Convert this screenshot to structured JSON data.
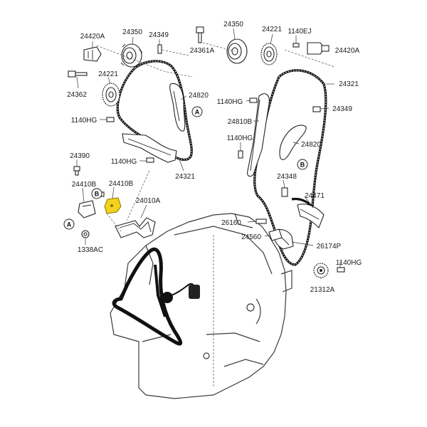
{
  "colors": {
    "highlight": "#f2d21b",
    "line": "#222222",
    "background": "#ffffff"
  },
  "parts": {
    "p24420A_left": "24420A",
    "p24350_left": "24350",
    "p24349_left": "24349",
    "p24350_right": "24350",
    "p24221_right": "24221",
    "p1140EJ": "1140EJ",
    "p24361A": "24361A",
    "p24420A_right": "24420A",
    "p24221_left": "24221",
    "p24362": "24362",
    "p24820_left": "24820",
    "p24321_top": "24321",
    "p1140HG_mid": "1140HG",
    "p24349_right": "24349",
    "p1140HG_left": "1140HG",
    "p24810B": "24810B",
    "p1140HG_center": "1140HG",
    "p24820_right": "24820",
    "p24390": "24390",
    "p1140HG_lower": "1140HG",
    "p24321_lower": "24321",
    "p24348": "24348",
    "p24410B_a": "24410B",
    "p24410B_b": "24410B",
    "p24010A": "24010A",
    "p24471": "24471",
    "p26160": "26160",
    "p24560": "24560",
    "p26174P": "26174P",
    "p1338AC": "1338AC",
    "p1140HG_right": "1140HG",
    "p21312A": "21312A"
  },
  "callouts": {
    "a": "A",
    "b": "B"
  }
}
